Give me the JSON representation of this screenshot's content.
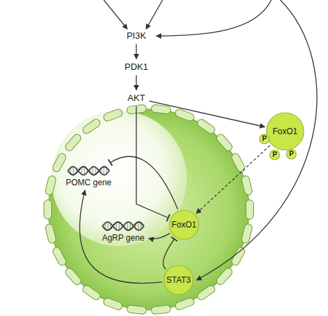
{
  "diagram": {
    "nodes": [
      {
        "text": [
          "PI3K"
        ]
      },
      {
        "text": [
          "PDK1"
        ]
      },
      {
        "text": [
          "AKT"
        ]
      },
      {
        "text": [
          "FoxO1"
        ]
      },
      {
        "text": [
          "P"
        ]
      },
      {
        "text": [
          "P"
        ]
      },
      {
        "text": [
          "P"
        ]
      },
      {
        "text": [
          "POMC gene"
        ]
      },
      {
        "text": [
          "FoxO1"
        ]
      },
      {
        "text": [
          "AgRP gene"
        ]
      },
      {
        "text": [
          "STAT3"
        ]
      }
    ],
    "edges": [
      {
        "from": 0,
        "to": 1,
        "arrow": "to"
      },
      {
        "from": 1,
        "to": 2,
        "arrow": "to"
      },
      {
        "from": 2,
        "to": 3,
        "arrow": "to"
      },
      {
        "from": 3,
        "to": 8,
        "arrow": "to"
      },
      {
        "from": 2,
        "to": 8,
        "arrow": "to"
      },
      {
        "from": 8,
        "to": 7,
        "arrow": "to"
      },
      {
        "from": 8,
        "to": 9,
        "arrow": "to"
      },
      {
        "from": 10,
        "to": 7,
        "arrow": "to"
      },
      {
        "from": 10,
        "to": 8,
        "arrow": "to"
      }
    ]
  }
}
